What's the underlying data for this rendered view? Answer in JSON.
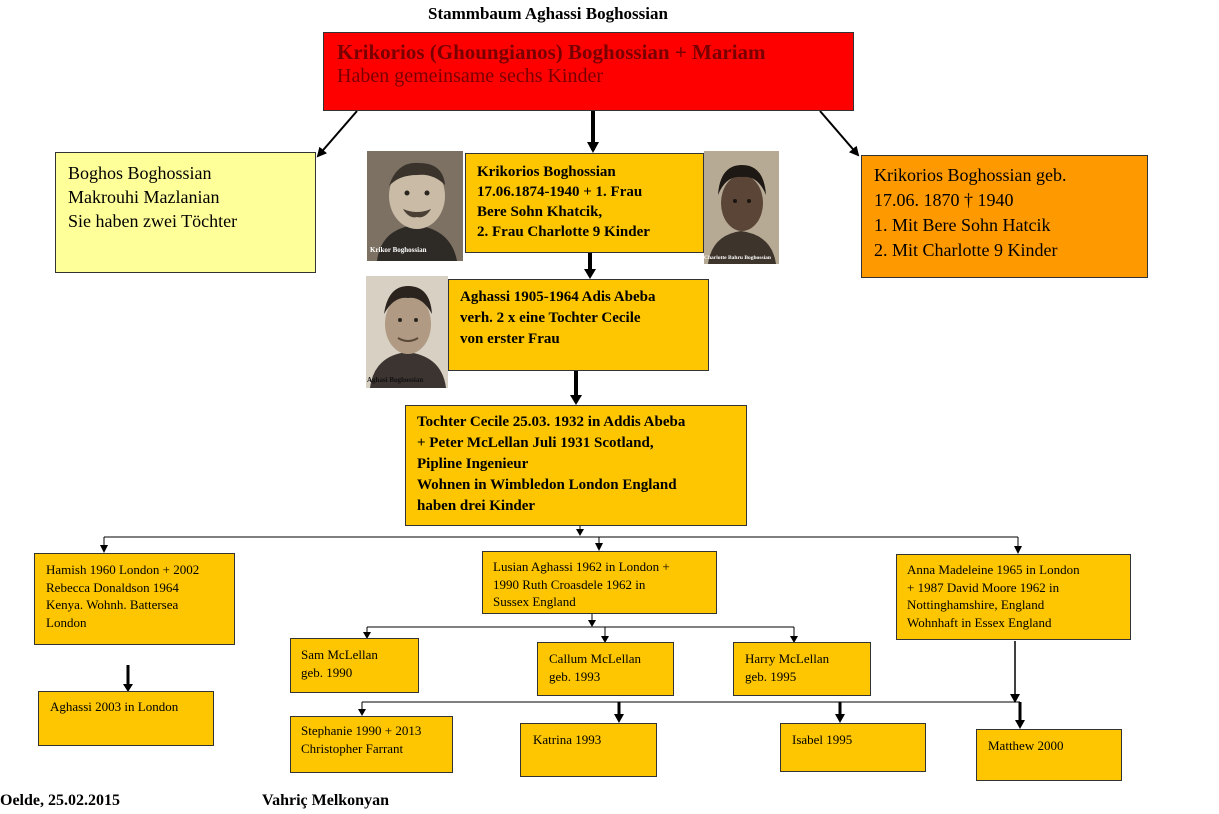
{
  "title": "Stammbaum Aghassi Boghossian",
  "root": {
    "line1": "Krikorios (Ghoungianos) Boghossian + Mariam",
    "line2": "Haben gemeinsame sechs Kinder"
  },
  "boghos": {
    "lines": [
      "Boghos Boghossian",
      "Makrouhi Mazlanian",
      "Sie haben zwei Töchter"
    ]
  },
  "krikorios_main": {
    "lines": [
      "Krikorios Boghossian",
      "17.06.1874-1940 + 1. Frau",
      "Bere  Sohn Khatcik,",
      "2. Frau Charlotte 9 Kinder"
    ]
  },
  "krikorios_right": {
    "lines": [
      "Krikorios Boghossian geb.",
      "17.06. 1870  † 1940",
      "1. Mit Bere Sohn Hatcik",
      "2. Mit Charlotte  9 Kinder"
    ]
  },
  "aghassi_main": {
    "lines": [
      "Aghassi 1905-1964 Adis Abeba",
      "verh. 2 x eine Tochter Cecile",
      "von erster Frau"
    ]
  },
  "cecile": {
    "lines": [
      "Tochter Cecile 25.03. 1932 in Addis Abeba",
      "+ Peter McLellan Juli 1931 Scotland,",
      "Pipline Ingenieur",
      "Wohnen in Wimbledon London England",
      "haben drei Kinder"
    ]
  },
  "hamish": {
    "lines": [
      "Hamish 1960 London + 2002",
      "Rebecca Donaldson 1964",
      "Kenya. Wohnh. Battersea",
      "London"
    ]
  },
  "lusian": {
    "lines": [
      "Lusian Aghassi 1962 in London +",
      "1990 Ruth Croasdele 1962 in",
      "Sussex England"
    ]
  },
  "anna": {
    "lines": [
      "Anna Madeleine 1965 in London",
      "+ 1987 David Moore 1962 in",
      "Nottinghamshire, England",
      "Wohnhaft in Essex  England"
    ]
  },
  "aghassi2003": {
    "text": "Aghassi  2003 in London"
  },
  "sam": {
    "lines": [
      "Sam McLellan",
      "geb. 1990"
    ]
  },
  "callum": {
    "lines": [
      "Callum McLellan",
      "geb. 1993"
    ]
  },
  "harry": {
    "lines": [
      "Harry McLellan",
      "geb. 1995"
    ]
  },
  "stephanie": {
    "lines": [
      "Stephanie 1990 + 2013",
      "Christopher Farrant"
    ]
  },
  "katrina": {
    "text": "Katrina 1993"
  },
  "isabel": {
    "text": "Isabel 1995"
  },
  "matthew": {
    "text": "Matthew 2000"
  },
  "photos": {
    "krikor": "Krikor Boghossian",
    "charlotte": "Charlotte Bahru Boghossian",
    "aghasi": "Aghasi Boghossian"
  },
  "footer": {
    "place_date": "Oelde, 25.02.2015",
    "author": "Vahriç Melkonyan"
  },
  "colors": {
    "root": "#ff0000",
    "boghos": "#ffff99",
    "right": "#ff9900",
    "box": "#fec600"
  }
}
